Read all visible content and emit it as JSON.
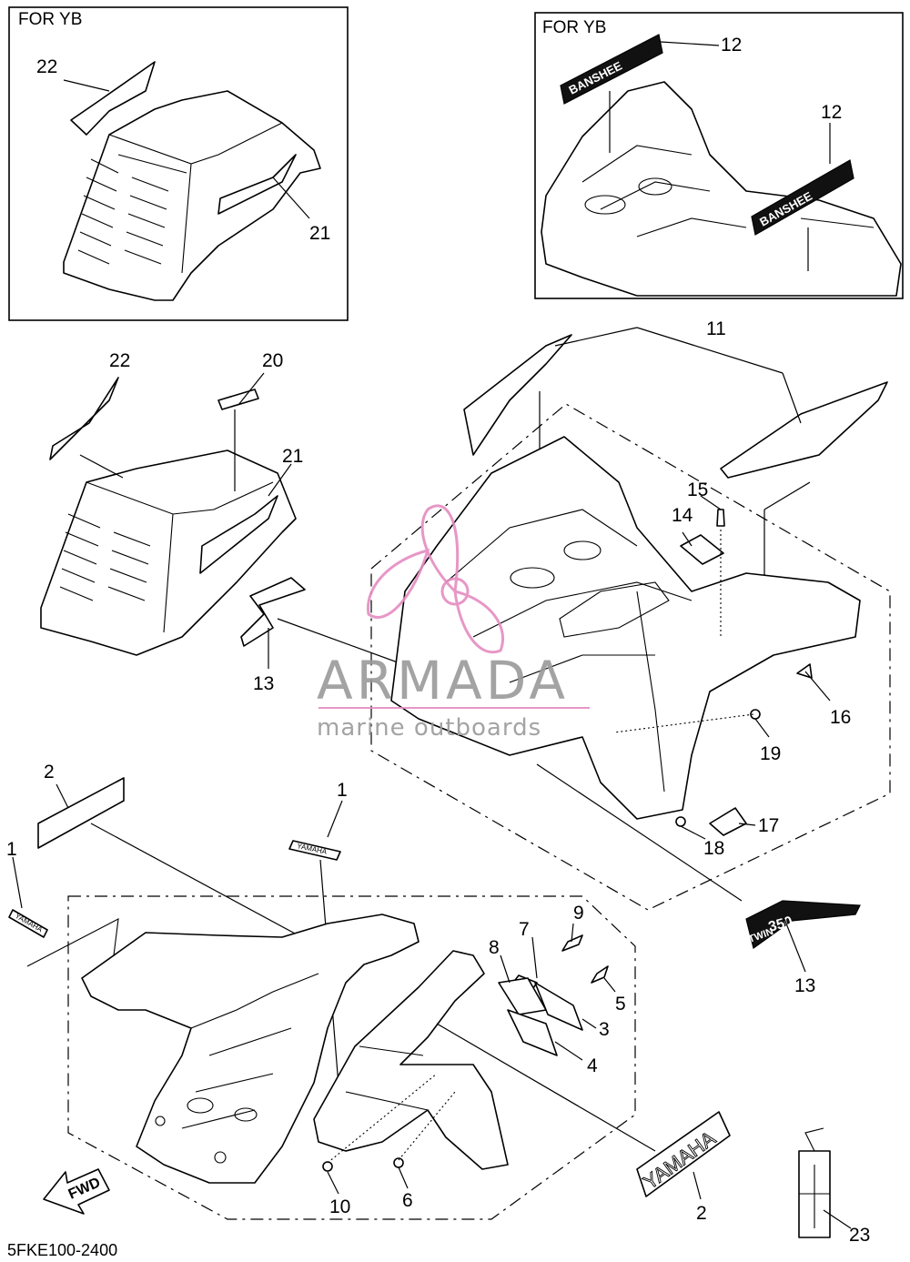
{
  "inset_left": {
    "label": "FOR YB",
    "callouts": [
      "22",
      "21"
    ]
  },
  "inset_right": {
    "label": "FOR YB",
    "callouts": [
      "12",
      "12"
    ],
    "decal_text": "BANSHEE"
  },
  "callouts": {
    "c1a": "1",
    "c1b": "1",
    "c2a": "2",
    "c2b": "2",
    "c3": "3",
    "c4": "4",
    "c5": "5",
    "c6": "6",
    "c7": "7",
    "c8": "8",
    "c9": "9",
    "c10": "10",
    "c11": "11",
    "c13a": "13",
    "c13b": "13",
    "c14": "14",
    "c15": "15",
    "c16": "16",
    "c17": "17",
    "c18": "18",
    "c19": "19",
    "c20": "20",
    "c21": "21",
    "c22": "22",
    "c23": "23"
  },
  "emblems": {
    "yamaha": "YAMAHA",
    "fwd": "FWD",
    "twin": "TWIN",
    "cc": "350"
  },
  "watermark": {
    "brand": "ARMADA",
    "tagline": "marine outboards",
    "color_pink": "#e58cc0",
    "color_gray": "#9a9a9a"
  },
  "drawing_code": "5FKE100-2400"
}
